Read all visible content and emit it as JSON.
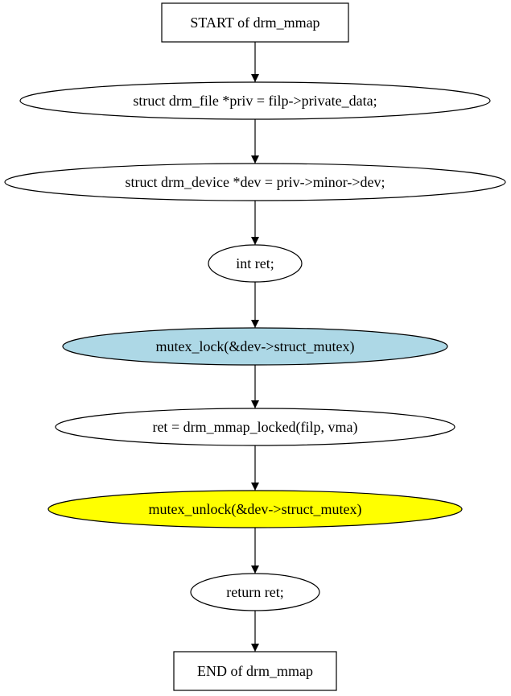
{
  "diagram": {
    "nodes": [
      {
        "id": "start",
        "label": "START of drm_mmap",
        "shape": "box",
        "fill": "#ffffff"
      },
      {
        "id": "priv",
        "label": "struct drm_file *priv = filp->private_data;",
        "shape": "ellipse",
        "fill": "#ffffff"
      },
      {
        "id": "dev",
        "label": "struct drm_device *dev = priv->minor->dev;",
        "shape": "ellipse",
        "fill": "#ffffff"
      },
      {
        "id": "ret-decl",
        "label": "int ret;",
        "shape": "ellipse",
        "fill": "#ffffff"
      },
      {
        "id": "mutex-lock",
        "label": "mutex_lock(&dev->struct_mutex)",
        "shape": "ellipse",
        "fill": "#add8e6"
      },
      {
        "id": "mmap-locked",
        "label": "ret = drm_mmap_locked(filp, vma)",
        "shape": "ellipse",
        "fill": "#ffffff"
      },
      {
        "id": "mutex-unlock",
        "label": "mutex_unlock(&dev->struct_mutex)",
        "shape": "ellipse",
        "fill": "#ffff00"
      },
      {
        "id": "return",
        "label": "return ret;",
        "shape": "ellipse",
        "fill": "#ffffff"
      },
      {
        "id": "end",
        "label": "END of drm_mmap",
        "shape": "box",
        "fill": "#ffffff"
      }
    ],
    "edges": [
      {
        "from": "start",
        "to": "priv"
      },
      {
        "from": "priv",
        "to": "dev"
      },
      {
        "from": "dev",
        "to": "ret-decl"
      },
      {
        "from": "ret-decl",
        "to": "mutex-lock"
      },
      {
        "from": "mutex-lock",
        "to": "mmap-locked"
      },
      {
        "from": "mmap-locked",
        "to": "mutex-unlock"
      },
      {
        "from": "mutex-unlock",
        "to": "return"
      },
      {
        "from": "return",
        "to": "end"
      }
    ]
  }
}
